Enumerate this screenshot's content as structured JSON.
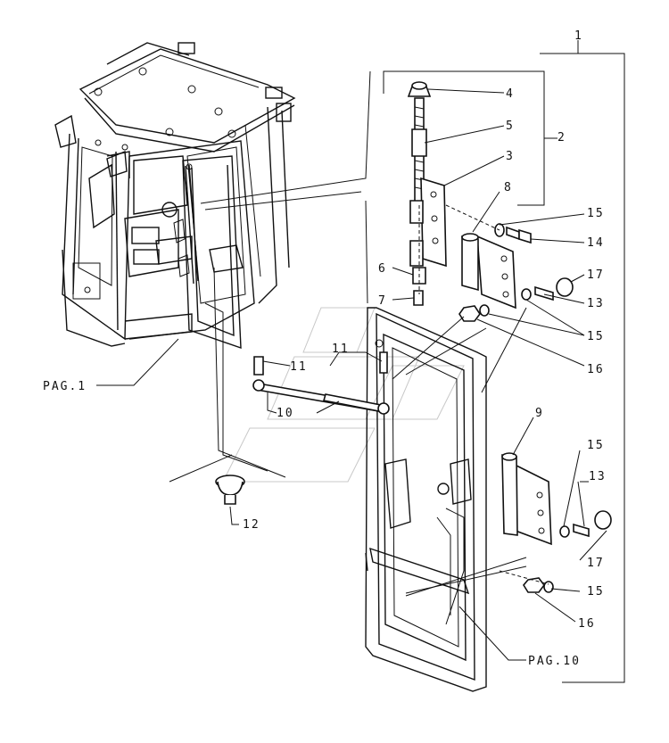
{
  "callouts": [
    {
      "id": "c1",
      "text": "1"
    },
    {
      "id": "c2",
      "text": "2"
    },
    {
      "id": "c3",
      "text": "3"
    },
    {
      "id": "c4",
      "text": "4"
    },
    {
      "id": "c5",
      "text": "5"
    },
    {
      "id": "c6",
      "text": "6"
    },
    {
      "id": "c7",
      "text": "7"
    },
    {
      "id": "c8",
      "text": "8"
    },
    {
      "id": "c9",
      "text": "9"
    },
    {
      "id": "c10",
      "text": "10"
    },
    {
      "id": "c11a",
      "text": "11"
    },
    {
      "id": "c11b",
      "text": "11"
    },
    {
      "id": "c12",
      "text": "12"
    },
    {
      "id": "c13a",
      "text": "13"
    },
    {
      "id": "c13b",
      "text": "13"
    },
    {
      "id": "c14",
      "text": "14"
    },
    {
      "id": "c15a",
      "text": "15"
    },
    {
      "id": "c15b",
      "text": "15"
    },
    {
      "id": "c15c",
      "text": "15"
    },
    {
      "id": "c15d",
      "text": "15"
    },
    {
      "id": "c16a",
      "text": "16"
    },
    {
      "id": "c16b",
      "text": "16"
    },
    {
      "id": "c17a",
      "text": "17"
    },
    {
      "id": "c17b",
      "text": "17"
    }
  ],
  "page_refs": {
    "pag1": "PAG.1",
    "pag10": "PAG.10"
  }
}
